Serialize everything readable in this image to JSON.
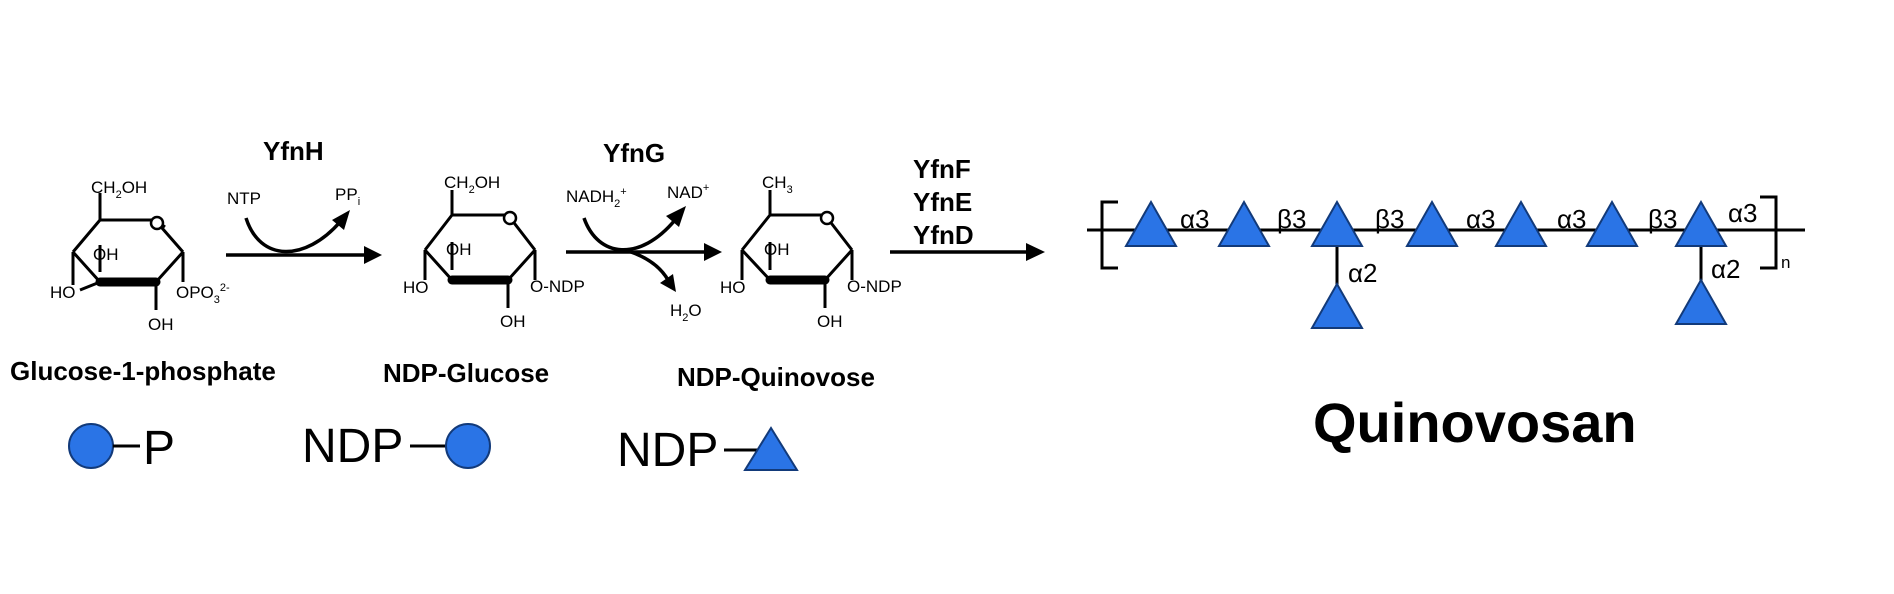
{
  "steps": {
    "enzyme1": "YfnH",
    "enzyme2": "YfnG",
    "enzyme3a": "YfnF",
    "enzyme3b": "YfnE",
    "enzyme3c": "YfnD"
  },
  "cosubstrates": {
    "ntp": "NTP",
    "ppi": "PP",
    "ppi_sub": "i",
    "nadh": "NADH",
    "nadh_sub": "2",
    "nadh_sup": "+",
    "nad": "NAD",
    "nad_sup": "+",
    "h2o_h": "H",
    "h2o_sub": "2",
    "h2o_o": "O"
  },
  "molecules": {
    "glc1p": {
      "name": "Glucose-1-phosphate",
      "top_c": "CH",
      "top_sub": "2",
      "top_oh": "OH",
      "oh3": "OH",
      "oh4": "HO",
      "oh2": "OH",
      "phos": "OPO",
      "phos_sub": "3",
      "phos_sup": "2-"
    },
    "ndpglc": {
      "name": "NDP-Glucose",
      "top_c": "CH",
      "top_sub": "2",
      "top_oh": "OH",
      "oh3": "OH",
      "oh4": "HO",
      "oh2": "OH",
      "ndp": "O-NDP"
    },
    "ndpqui": {
      "name": "NDP-Quinovose",
      "top_c": "CH",
      "top_sub": "3",
      "oh3": "OH",
      "oh4": "HO",
      "oh2": "OH",
      "ndp": "O-NDP"
    }
  },
  "symbols": {
    "p": "P",
    "ndp1": "NDP",
    "ndp2": "NDP"
  },
  "polymer": {
    "title": "Quinovosan",
    "repeat": "n",
    "links": [
      "α3",
      "β3",
      "β3",
      "α3",
      "α3",
      "β3",
      "α3"
    ],
    "branch1": "α2",
    "branch2": "α2"
  },
  "colors": {
    "sugar_fill": "#2a74e6",
    "sugar_stroke": "#123a7a"
  }
}
